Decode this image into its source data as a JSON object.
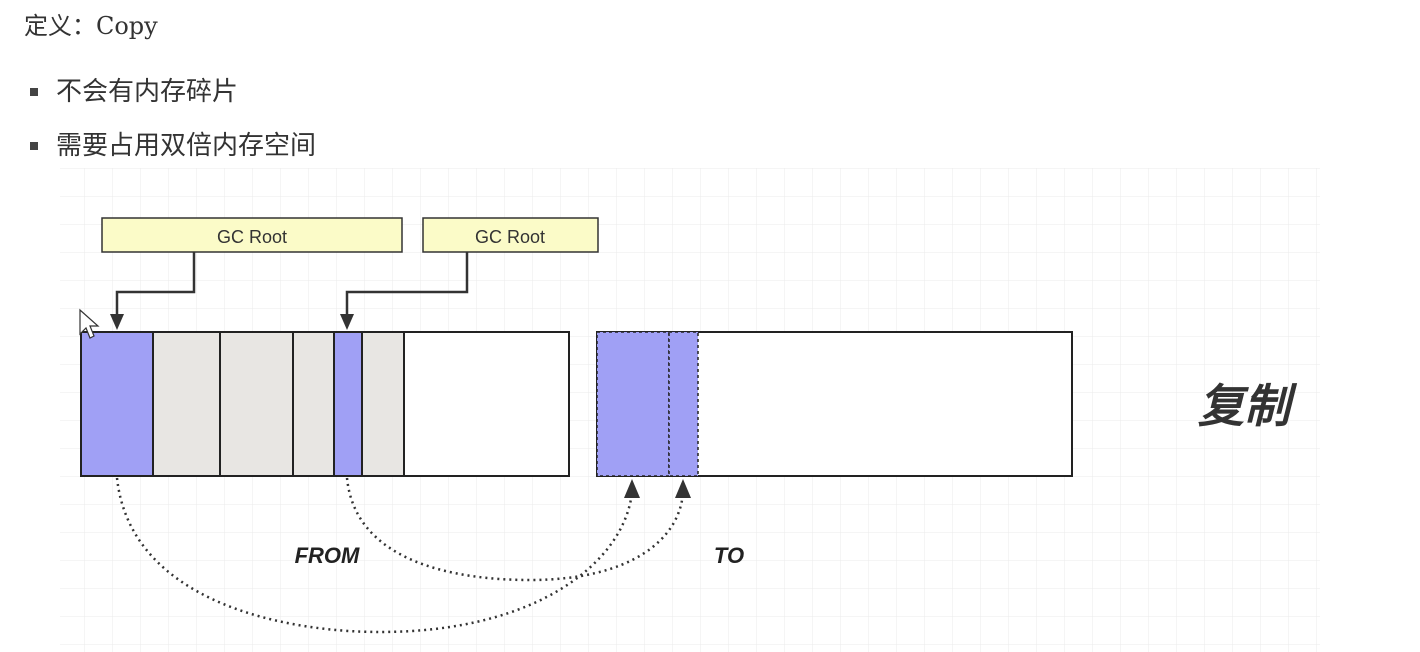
{
  "definition": "定义：Copy",
  "bullets": [
    {
      "text": "不会有内存碎片"
    },
    {
      "text": "需要占用双倍内存空间"
    }
  ],
  "diagram": {
    "gc_roots": [
      "GC Root",
      "GC Root"
    ],
    "from_label": "FROM",
    "to_label": "TO",
    "action_label": "复制",
    "colors": {
      "live_object": "#a0a0f5",
      "dead_object": "#e8e6e3",
      "gc_root_fill": "#fbfbc8",
      "free_space": "#ffffff",
      "border": "#222222",
      "grid": "#e6e6e6"
    }
  }
}
